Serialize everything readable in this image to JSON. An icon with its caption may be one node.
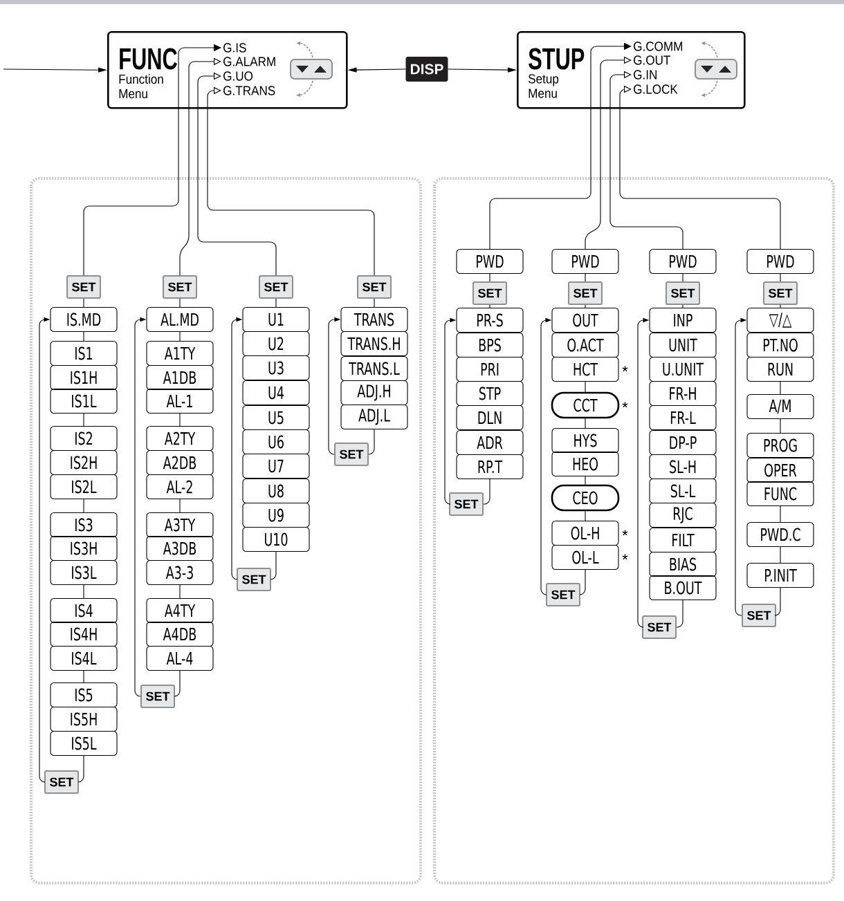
{
  "diagram": {
    "nodes": [
      {
        "text": [
          "FUNC",
          "Function Menu"
        ]
      },
      {
        "text": [
          "G.IS"
        ],
        "in": 0
      },
      {
        "text": [
          "G.ALARM"
        ],
        "in": 0
      },
      {
        "text": [
          "G.UO"
        ],
        "in": 0
      },
      {
        "text": [
          "G.TRANS"
        ],
        "in": 0
      },
      {
        "text": [
          "DISP"
        ]
      },
      {
        "text": [
          "STUP",
          "Setup Menu"
        ]
      },
      {
        "text": [
          "G.COMM"
        ],
        "in": 6
      },
      {
        "text": [
          "G.OUT"
        ],
        "in": 6
      },
      {
        "text": [
          "G.IN"
        ],
        "in": 6
      },
      {
        "text": [
          "G.LOCK"
        ],
        "in": 6
      },
      {
        "text": [
          "SET"
        ]
      },
      {
        "text": [
          "IS.MD"
        ]
      },
      {
        "text": [
          "IS1"
        ]
      },
      {
        "text": [
          "IS1H"
        ]
      },
      {
        "text": [
          "IS1L"
        ]
      },
      {
        "text": [
          "IS2"
        ]
      },
      {
        "text": [
          "IS2H"
        ]
      },
      {
        "text": [
          "IS2L"
        ]
      },
      {
        "text": [
          "IS3"
        ]
      },
      {
        "text": [
          "IS3H"
        ]
      },
      {
        "text": [
          "IS3L"
        ]
      },
      {
        "text": [
          "IS4"
        ]
      },
      {
        "text": [
          "IS4H"
        ]
      },
      {
        "text": [
          "IS4L"
        ]
      },
      {
        "text": [
          "IS5"
        ]
      },
      {
        "text": [
          "IS5H"
        ]
      },
      {
        "text": [
          "IS5L"
        ]
      },
      {
        "text": [
          "SET"
        ]
      },
      {
        "text": [
          "SET"
        ]
      },
      {
        "text": [
          "AL.MD"
        ]
      },
      {
        "text": [
          "A1TY"
        ]
      },
      {
        "text": [
          "A1DB"
        ]
      },
      {
        "text": [
          "AL-1"
        ]
      },
      {
        "text": [
          "A2TY"
        ]
      },
      {
        "text": [
          "A2DB"
        ]
      },
      {
        "text": [
          "AL-2"
        ]
      },
      {
        "text": [
          "A3TY"
        ]
      },
      {
        "text": [
          "A3DB"
        ]
      },
      {
        "text": [
          "A3-3"
        ]
      },
      {
        "text": [
          "A4TY"
        ]
      },
      {
        "text": [
          "A4DB"
        ]
      },
      {
        "text": [
          "AL-4"
        ]
      },
      {
        "text": [
          "SET"
        ]
      },
      {
        "text": [
          "SET"
        ]
      },
      {
        "text": [
          "U1"
        ]
      },
      {
        "text": [
          "U2"
        ]
      },
      {
        "text": [
          "U3"
        ]
      },
      {
        "text": [
          "U4"
        ]
      },
      {
        "text": [
          "U5"
        ]
      },
      {
        "text": [
          "U6"
        ]
      },
      {
        "text": [
          "U7"
        ]
      },
      {
        "text": [
          "U8"
        ]
      },
      {
        "text": [
          "U9"
        ]
      },
      {
        "text": [
          "U10"
        ]
      },
      {
        "text": [
          "SET"
        ]
      },
      {
        "text": [
          "SET"
        ]
      },
      {
        "text": [
          "TRANS"
        ]
      },
      {
        "text": [
          "TRANS.H"
        ]
      },
      {
        "text": [
          "TRANS.L"
        ]
      },
      {
        "text": [
          "ADJ.H"
        ]
      },
      {
        "text": [
          "ADJ.L"
        ]
      },
      {
        "text": [
          "SET"
        ]
      },
      {
        "text": [
          "PWD"
        ]
      },
      {
        "text": [
          "SET"
        ]
      },
      {
        "text": [
          "PR-S"
        ]
      },
      {
        "text": [
          "BPS"
        ]
      },
      {
        "text": [
          "PRI"
        ]
      },
      {
        "text": [
          "STP"
        ]
      },
      {
        "text": [
          "DLN"
        ]
      },
      {
        "text": [
          "ADR"
        ]
      },
      {
        "text": [
          "RP.T"
        ]
      },
      {
        "text": [
          "SET"
        ]
      },
      {
        "text": [
          "PWD"
        ]
      },
      {
        "text": [
          "SET"
        ]
      },
      {
        "text": [
          "OUT"
        ]
      },
      {
        "text": [
          "O.ACT"
        ]
      },
      {
        "text": [
          "HCT"
        ],
        "beside": [
          "*"
        ]
      },
      {
        "text": [
          "CCT"
        ],
        "beside": [
          "*"
        ]
      },
      {
        "text": [
          "HYS"
        ]
      },
      {
        "text": [
          "HEO"
        ]
      },
      {
        "text": [
          "CEO"
        ]
      },
      {
        "text": [
          "OL-H"
        ],
        "beside": [
          "*"
        ]
      },
      {
        "text": [
          "OL-L"
        ],
        "beside": [
          "*"
        ]
      },
      {
        "text": [
          "SET"
        ]
      },
      {
        "text": [
          "PWD"
        ]
      },
      {
        "text": [
          "SET"
        ]
      },
      {
        "text": [
          "INP"
        ]
      },
      {
        "text": [
          "UNIT"
        ]
      },
      {
        "text": [
          "U.UNIT"
        ]
      },
      {
        "text": [
          "FR-H"
        ]
      },
      {
        "text": [
          "FR-L"
        ]
      },
      {
        "text": [
          "DP-P"
        ]
      },
      {
        "text": [
          "SL-H"
        ]
      },
      {
        "text": [
          "SL-L"
        ]
      },
      {
        "text": [
          "RJC"
        ]
      },
      {
        "text": [
          "FILT"
        ]
      },
      {
        "text": [
          "BIAS"
        ]
      },
      {
        "text": [
          "B.OUT"
        ]
      },
      {
        "text": [
          "SET"
        ]
      },
      {
        "text": [
          "PWD"
        ]
      },
      {
        "text": [
          "SET"
        ]
      },
      {
        "text": [
          "▽/△"
        ]
      },
      {
        "text": [
          "PT.NO"
        ]
      },
      {
        "text": [
          "RUN"
        ]
      },
      {
        "text": [
          "A/M"
        ]
      },
      {
        "text": [
          "PROG"
        ]
      },
      {
        "text": [
          "OPER"
        ]
      },
      {
        "text": [
          "FUNC"
        ]
      },
      {
        "text": [
          "PWD.C"
        ]
      },
      {
        "text": [
          "P.INIT"
        ]
      },
      {
        "text": [
          "SET"
        ]
      }
    ],
    "edges": [
      {
        "from": null,
        "to": 0,
        "arrow": "to"
      },
      {
        "from": 5,
        "to": 0,
        "arrow": "to"
      },
      {
        "from": 5,
        "to": 6,
        "arrow": "to"
      },
      {
        "from": 11,
        "to": 1,
        "arrow": "to"
      },
      {
        "from": 29,
        "to": 2,
        "arrow": "to"
      },
      {
        "from": 44,
        "to": 3,
        "arrow": "to"
      },
      {
        "from": 56,
        "to": 4,
        "arrow": "to"
      },
      {
        "from": 63,
        "to": 7,
        "arrow": "to"
      },
      {
        "from": 73,
        "to": 8,
        "arrow": "to"
      },
      {
        "from": 85,
        "to": 9,
        "arrow": "to"
      },
      {
        "from": 100,
        "to": 10,
        "arrow": "to"
      },
      {
        "from": 11,
        "to": 12,
        "arrow": "none"
      },
      {
        "from": 12,
        "to": 13,
        "arrow": "none"
      },
      {
        "from": 15,
        "to": 16,
        "arrow": "none"
      },
      {
        "from": 18,
        "to": 19,
        "arrow": "none"
      },
      {
        "from": 21,
        "to": 22,
        "arrow": "none"
      },
      {
        "from": 24,
        "to": 25,
        "arrow": "none"
      },
      {
        "from": 27,
        "to": 28,
        "arrow": "none"
      },
      {
        "from": 28,
        "to": 12,
        "arrow": "to"
      },
      {
        "from": 29,
        "to": 30,
        "arrow": "none"
      },
      {
        "from": 30,
        "to": 31,
        "arrow": "none"
      },
      {
        "from": 33,
        "to": 34,
        "arrow": "none"
      },
      {
        "from": 36,
        "to": 37,
        "arrow": "none"
      },
      {
        "from": 39,
        "to": 40,
        "arrow": "none"
      },
      {
        "from": 42,
        "to": 43,
        "arrow": "none"
      },
      {
        "from": 43,
        "to": 30,
        "arrow": "to"
      },
      {
        "from": 44,
        "to": 45,
        "arrow": "none"
      },
      {
        "from": 54,
        "to": 55,
        "arrow": "none"
      },
      {
        "from": 55,
        "to": 45,
        "arrow": "to"
      },
      {
        "from": 56,
        "to": 57,
        "arrow": "none"
      },
      {
        "from": 61,
        "to": 62,
        "arrow": "none"
      },
      {
        "from": 62,
        "to": 57,
        "arrow": "to"
      },
      {
        "from": 63,
        "to": 64,
        "arrow": "none"
      },
      {
        "from": 64,
        "to": 65,
        "arrow": "none"
      },
      {
        "from": 71,
        "to": 72,
        "arrow": "none"
      },
      {
        "from": 72,
        "to": 65,
        "arrow": "to"
      },
      {
        "from": 73,
        "to": 74,
        "arrow": "none"
      },
      {
        "from": 74,
        "to": 75,
        "arrow": "none"
      },
      {
        "from": 77,
        "to": 78,
        "arrow": "none"
      },
      {
        "from": 78,
        "to": 79,
        "arrow": "none"
      },
      {
        "from": 80,
        "to": 81,
        "arrow": "none"
      },
      {
        "from": 81,
        "to": 82,
        "arrow": "none"
      },
      {
        "from": 83,
        "to": 84,
        "arrow": "none"
      },
      {
        "from": 84,
        "to": 75,
        "arrow": "to"
      },
      {
        "from": 85,
        "to": 86,
        "arrow": "none"
      },
      {
        "from": 86,
        "to": 87,
        "arrow": "none"
      },
      {
        "from": 98,
        "to": 99,
        "arrow": "none"
      },
      {
        "from": 99,
        "to": 87,
        "arrow": "to"
      },
      {
        "from": 100,
        "to": 101,
        "arrow": "none"
      },
      {
        "from": 101,
        "to": 102,
        "arrow": "none"
      },
      {
        "from": 104,
        "to": 105,
        "arrow": "none"
      },
      {
        "from": 105,
        "to": 106,
        "arrow": "none"
      },
      {
        "from": 108,
        "to": 109,
        "arrow": "none"
      },
      {
        "from": 109,
        "to": 110,
        "arrow": "none"
      },
      {
        "from": 110,
        "to": 111,
        "arrow": "none"
      },
      {
        "from": 111,
        "to": 102,
        "arrow": "to"
      }
    ]
  }
}
